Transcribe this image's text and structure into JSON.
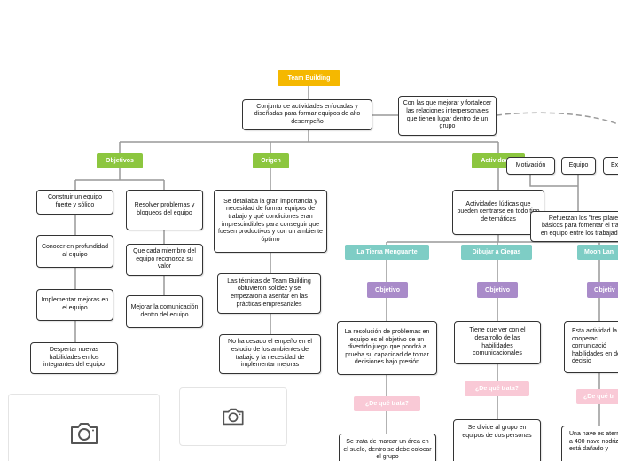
{
  "root": "Team Building",
  "definition": "Conjunto de actividades enfocadas y diseñadas para formar equipos de alto desempeño",
  "note": "Con las que mejorar y fortalecer las relaciones interpersonales que tienen lugar dentro de un grupo",
  "objetivos": {
    "label": "Objetivos",
    "left": [
      "Construir un equipo fuerte y sólido",
      "Conocer en profundidad al equipo",
      "Implementar mejoras en el equipo",
      "Despertar nuevas habilidades en los integrantes del equipo"
    ],
    "right": [
      "Resolver problemas y bloqueos del equipo",
      "Que cada miembro del equipo reconozca su valor",
      "Mejorar la comunicación dentro del equipo"
    ]
  },
  "origen": {
    "label": "Origen",
    "items": [
      "Se detallaba la gran importancia y necesidad de formar equipos de trabajo y qué condiciones eran imprescindibles para conseguir que fuesen productivos y con un ambiente óptimo",
      "Las técnicas de Team Building obtuvieron solidez y se empezaron a asentar en las prácticas empresariales",
      "No ha cesado el empeño en el estudio de los ambientes de trabajo y la necesidad de implementar mejoras"
    ]
  },
  "actividades": {
    "label": "Actividades",
    "intro": "Actividades lúdicas que pueden centrarse en todo tipo de temáticas",
    "tags": [
      "Motivación",
      "Equipo",
      "Ex"
    ],
    "pilares": "Refuerzan los \"tres pilares\" básicos para fomentar el trabajo en equipo entre los trabajadores:",
    "games": [
      {
        "title": "La Tierra Menguante",
        "objetivo_label": "Objetivo",
        "objetivo": "La resolución de problemas en equipo es el objetivo de un divertido juego que pondrá a prueba su capacidad de tomar decisiones bajo presión",
        "trata_label": "¿De qué trata?",
        "trata": "Se trata de marcar un área en el suelo, dentro se debe colocar el grupo"
      },
      {
        "title": "Dibujar a Ciegas",
        "objetivo_label": "Objetivo",
        "objetivo": "Tiene que ver con el desarrollo de las habilidades comunicacionales",
        "trata_label": "¿De qué trata?",
        "trata": "Se divide al grupo en equipos de dos personas"
      },
      {
        "title": "Moon Lan",
        "objetivo_label": "Objetiv",
        "objetivo": "Esta actividad la cooperaci comunicació habilidades en de decisio",
        "trata_label": "¿De qué tr",
        "trata": "Una nave es aterriza a 400 nave nodriza. está dañado y"
      }
    ]
  },
  "colors": {
    "root": "#f5b800",
    "main_branch": "#8cc63f",
    "game": "#7ecdc5",
    "objetivo": "#a98bc9",
    "trata": "#f9c9d6"
  },
  "images": [
    "camera-icon",
    "camera-icon"
  ]
}
